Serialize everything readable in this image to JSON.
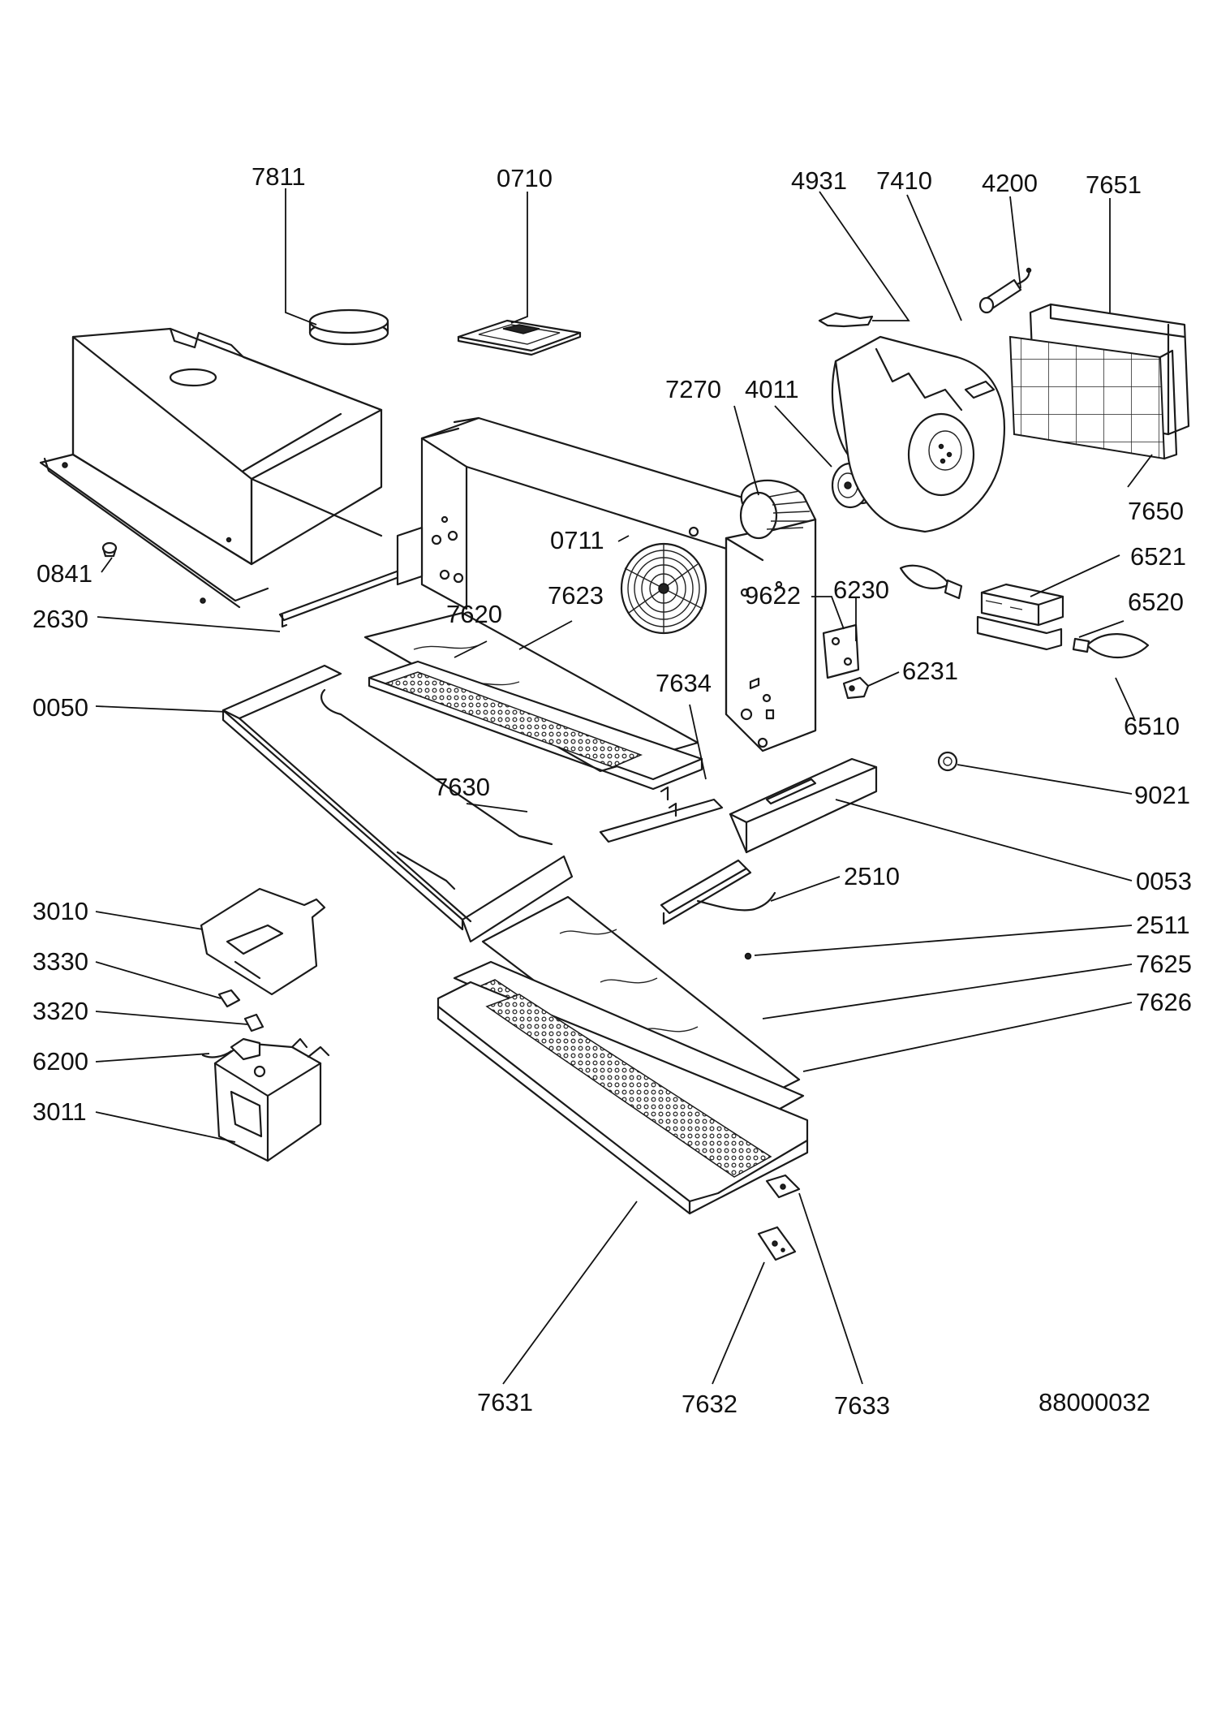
{
  "diagram": {
    "drawing_number": "88000032",
    "callouts": [
      {
        "id": "c7811",
        "label": "7811"
      },
      {
        "id": "c0710",
        "label": "0710"
      },
      {
        "id": "c4931",
        "label": "4931"
      },
      {
        "id": "c7410",
        "label": "7410"
      },
      {
        "id": "c4200",
        "label": "4200"
      },
      {
        "id": "c7651",
        "label": "7651"
      },
      {
        "id": "c7270",
        "label": "7270"
      },
      {
        "id": "c4011",
        "label": "4011"
      },
      {
        "id": "c7650",
        "label": "7650"
      },
      {
        "id": "c0711",
        "label": "0711"
      },
      {
        "id": "c0841",
        "label": "0841"
      },
      {
        "id": "c6521",
        "label": "6521"
      },
      {
        "id": "c7623",
        "label": "7623"
      },
      {
        "id": "c9622",
        "label": "9622"
      },
      {
        "id": "c6230",
        "label": "6230"
      },
      {
        "id": "c6520",
        "label": "6520"
      },
      {
        "id": "c2630",
        "label": "2630"
      },
      {
        "id": "c7620",
        "label": "7620"
      },
      {
        "id": "c6231",
        "label": "6231"
      },
      {
        "id": "c7634",
        "label": "7634"
      },
      {
        "id": "c0050",
        "label": "0050"
      },
      {
        "id": "c6510",
        "label": "6510"
      },
      {
        "id": "c7630",
        "label": "7630"
      },
      {
        "id": "c9021",
        "label": "9021"
      },
      {
        "id": "c2510",
        "label": "2510"
      },
      {
        "id": "c0053",
        "label": "0053"
      },
      {
        "id": "c3010",
        "label": "3010"
      },
      {
        "id": "c2511",
        "label": "2511"
      },
      {
        "id": "c3330",
        "label": "3330"
      },
      {
        "id": "c7625",
        "label": "7625"
      },
      {
        "id": "c3320",
        "label": "3320"
      },
      {
        "id": "c7626",
        "label": "7626"
      },
      {
        "id": "c6200",
        "label": "6200"
      },
      {
        "id": "c3011",
        "label": "3011"
      },
      {
        "id": "c7631",
        "label": "7631"
      },
      {
        "id": "c7632",
        "label": "7632"
      },
      {
        "id": "c7633",
        "label": "7633"
      }
    ]
  }
}
